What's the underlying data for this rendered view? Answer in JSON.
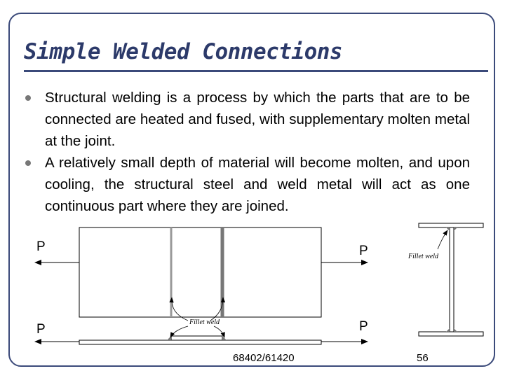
{
  "slide": {
    "title": "Simple Welded Connections",
    "bullets": [
      "Structural welding is a process by which the parts that are to be connected are heated and fused, with supplementary molten metal at the joint.",
      "A relatively small depth of material will become molten, and upon cooling, the structural steel and weld metal will act as one continuous part where they are joined."
    ]
  },
  "figure": {
    "load_labels": [
      "P",
      "P",
      "P",
      "P"
    ],
    "fillet_weld_label": "Fillet weld",
    "fillet_weld_label_right": "Fillet weld",
    "colors": {
      "steel_plate_fill": "#ffffff",
      "weld_line": "#777777",
      "outline": "#000000"
    }
  },
  "footer": {
    "reference": "68402/61420",
    "page_number": "56"
  }
}
